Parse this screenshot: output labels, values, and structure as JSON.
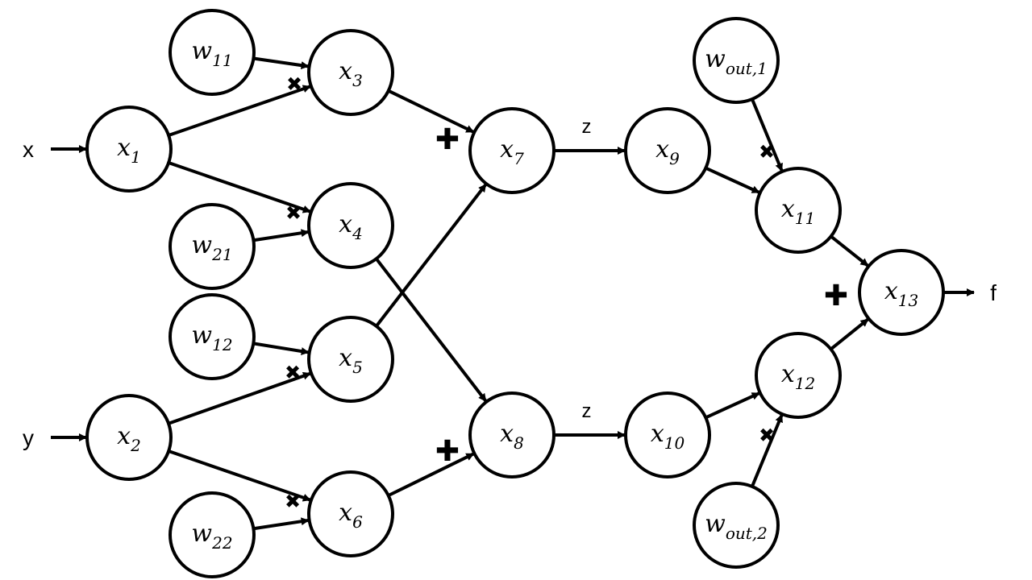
{
  "diagram": {
    "inputs": [
      {
        "id": "in-x",
        "label": "x"
      },
      {
        "id": "in-y",
        "label": "y"
      }
    ],
    "output": {
      "label": "f"
    },
    "nodes": [
      {
        "id": "w11",
        "base": "w",
        "sub": "11"
      },
      {
        "id": "w21",
        "base": "w",
        "sub": "21"
      },
      {
        "id": "w12",
        "base": "w",
        "sub": "12"
      },
      {
        "id": "w22",
        "base": "w",
        "sub": "22"
      },
      {
        "id": "x1",
        "base": "x",
        "sub": "1"
      },
      {
        "id": "x2",
        "base": "x",
        "sub": "2"
      },
      {
        "id": "x3",
        "base": "x",
        "sub": "3"
      },
      {
        "id": "x4",
        "base": "x",
        "sub": "4"
      },
      {
        "id": "x5",
        "base": "x",
        "sub": "5"
      },
      {
        "id": "x6",
        "base": "x",
        "sub": "6"
      },
      {
        "id": "x7",
        "base": "x",
        "sub": "7"
      },
      {
        "id": "x8",
        "base": "x",
        "sub": "8"
      },
      {
        "id": "x9",
        "base": "x",
        "sub": "9"
      },
      {
        "id": "x10",
        "base": "x",
        "sub": "10"
      },
      {
        "id": "wout1",
        "base": "w",
        "sub": "out,1"
      },
      {
        "id": "wout2",
        "base": "w",
        "sub": "out,2"
      },
      {
        "id": "x11",
        "base": "x",
        "sub": "11"
      },
      {
        "id": "x12",
        "base": "x",
        "sub": "12"
      },
      {
        "id": "x13",
        "base": "x",
        "sub": "13"
      }
    ],
    "edges": [
      {
        "from": "in-x",
        "to": "x1"
      },
      {
        "from": "in-y",
        "to": "x2"
      },
      {
        "from": "w11",
        "to": "x3"
      },
      {
        "from": "x1",
        "to": "x3"
      },
      {
        "from": "x1",
        "to": "x4"
      },
      {
        "from": "w21",
        "to": "x4"
      },
      {
        "from": "w12",
        "to": "x5"
      },
      {
        "from": "x2",
        "to": "x5"
      },
      {
        "from": "x2",
        "to": "x6"
      },
      {
        "from": "w22",
        "to": "x6"
      },
      {
        "from": "x3",
        "to": "x7"
      },
      {
        "from": "x5",
        "to": "x7"
      },
      {
        "from": "x4",
        "to": "x8"
      },
      {
        "from": "x6",
        "to": "x8"
      },
      {
        "from": "x7",
        "to": "x9",
        "label": "z"
      },
      {
        "from": "x8",
        "to": "x10",
        "label": "z"
      },
      {
        "from": "x9",
        "to": "x11"
      },
      {
        "from": "wout1",
        "to": "x11"
      },
      {
        "from": "x10",
        "to": "x12"
      },
      {
        "from": "wout2",
        "to": "x12"
      },
      {
        "from": "x11",
        "to": "x13"
      },
      {
        "from": "x12",
        "to": "x13"
      },
      {
        "from": "x13",
        "to": "out-f"
      }
    ],
    "operators": [
      {
        "id": "mul-x3",
        "symbol": "✖"
      },
      {
        "id": "mul-x4",
        "symbol": "✖"
      },
      {
        "id": "mul-x5",
        "symbol": "✖"
      },
      {
        "id": "mul-x6",
        "symbol": "✖"
      },
      {
        "id": "add-x7",
        "symbol": "✚"
      },
      {
        "id": "add-x8",
        "symbol": "✚"
      },
      {
        "id": "mul-x11",
        "symbol": "✖"
      },
      {
        "id": "mul-x12",
        "symbol": "✖"
      },
      {
        "id": "add-x13",
        "symbol": "✚"
      }
    ]
  }
}
